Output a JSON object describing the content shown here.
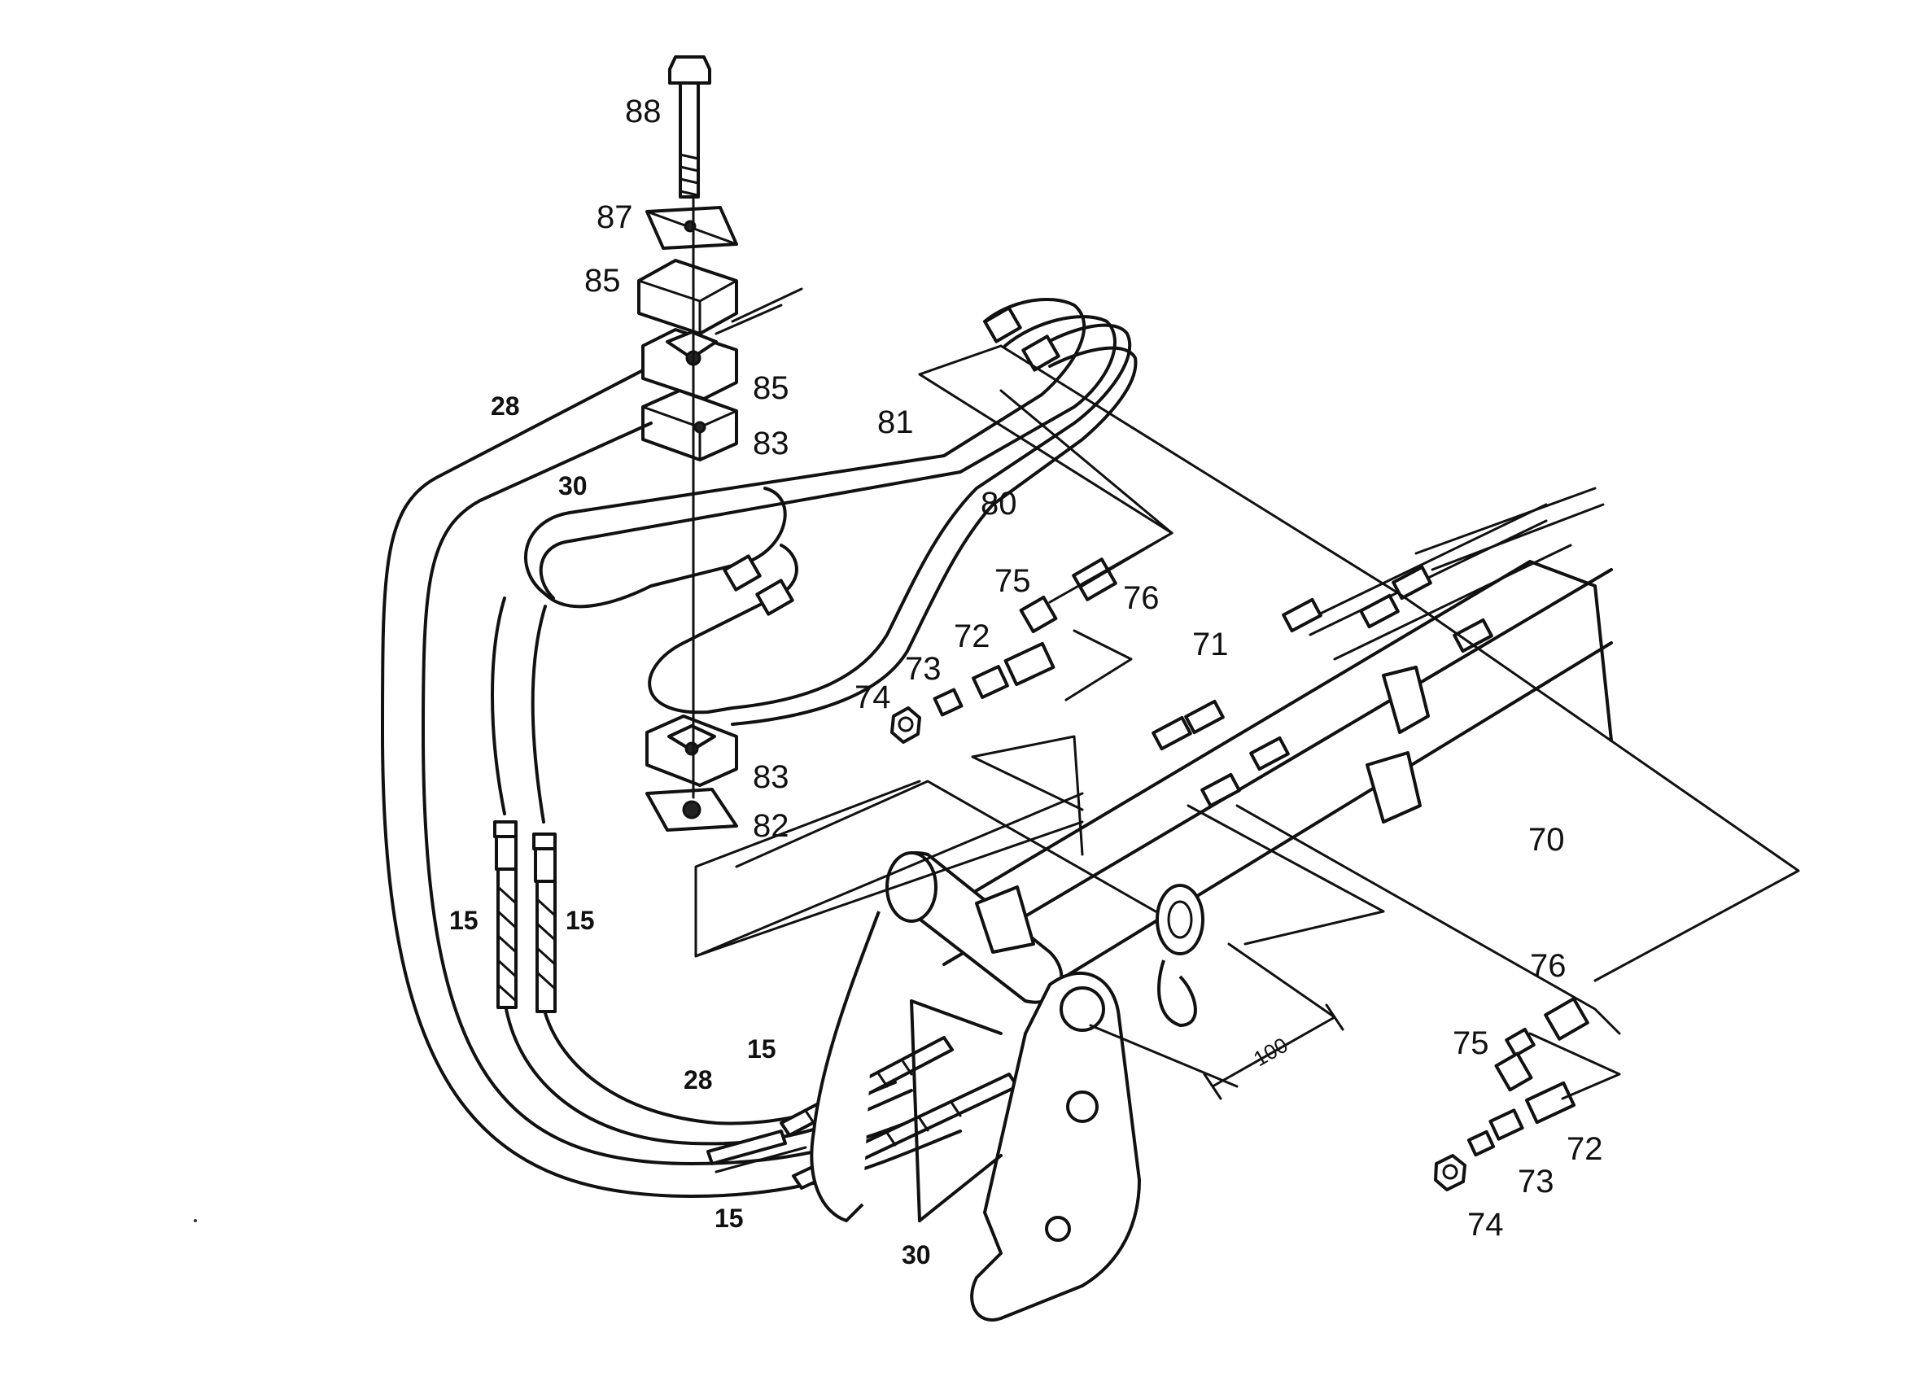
{
  "callouts": [
    {
      "text": "88"
    },
    {
      "text": "87"
    },
    {
      "text": "85"
    },
    {
      "text": "85"
    },
    {
      "text": "28"
    },
    {
      "text": "83"
    },
    {
      "text": "30"
    },
    {
      "text": "81"
    },
    {
      "text": "80"
    },
    {
      "text": "75"
    },
    {
      "text": "76"
    },
    {
      "text": "72"
    },
    {
      "text": "73"
    },
    {
      "text": "74"
    },
    {
      "text": "71"
    },
    {
      "text": "83"
    },
    {
      "text": "82"
    },
    {
      "text": "70"
    },
    {
      "text": "15"
    },
    {
      "text": "15"
    },
    {
      "text": "76"
    },
    {
      "text": "75"
    },
    {
      "text": "72"
    },
    {
      "text": "73"
    },
    {
      "text": "74"
    },
    {
      "text": "15"
    },
    {
      "text": "28"
    },
    {
      "text": "15"
    },
    {
      "text": "30"
    }
  ],
  "dimension": {
    "text": "100"
  }
}
